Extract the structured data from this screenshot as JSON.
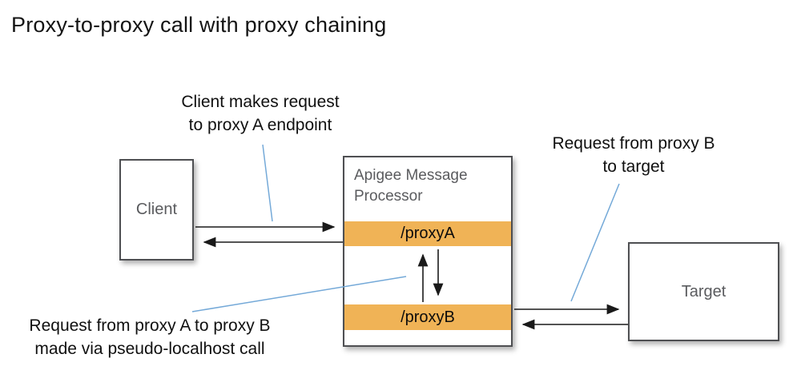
{
  "title": "Proxy-to-proxy call with proxy chaining",
  "colors": {
    "band_orange": "#F0B356",
    "box_border_gray": "#4e4f52",
    "muted_text_gray": "#5a5b5e",
    "leader_line_blue": "#74A9D8",
    "arrow_black": "#1a1a1a"
  },
  "nodes": {
    "client": {
      "label": "Client"
    },
    "processor": {
      "title": "Apigee Message Processor",
      "bands": [
        {
          "label": "/proxyA"
        },
        {
          "label": "/proxyB"
        }
      ]
    },
    "target": {
      "label": "Target"
    }
  },
  "annotations": {
    "client_request": {
      "line1": "Client makes request",
      "line2": "to proxy A endpoint"
    },
    "target_request": {
      "line1": "Request from proxy B",
      "line2": "to target"
    },
    "chain_request": {
      "line1": "Request from proxy A to proxy B",
      "line2": "made via pseudo-localhost call"
    }
  }
}
